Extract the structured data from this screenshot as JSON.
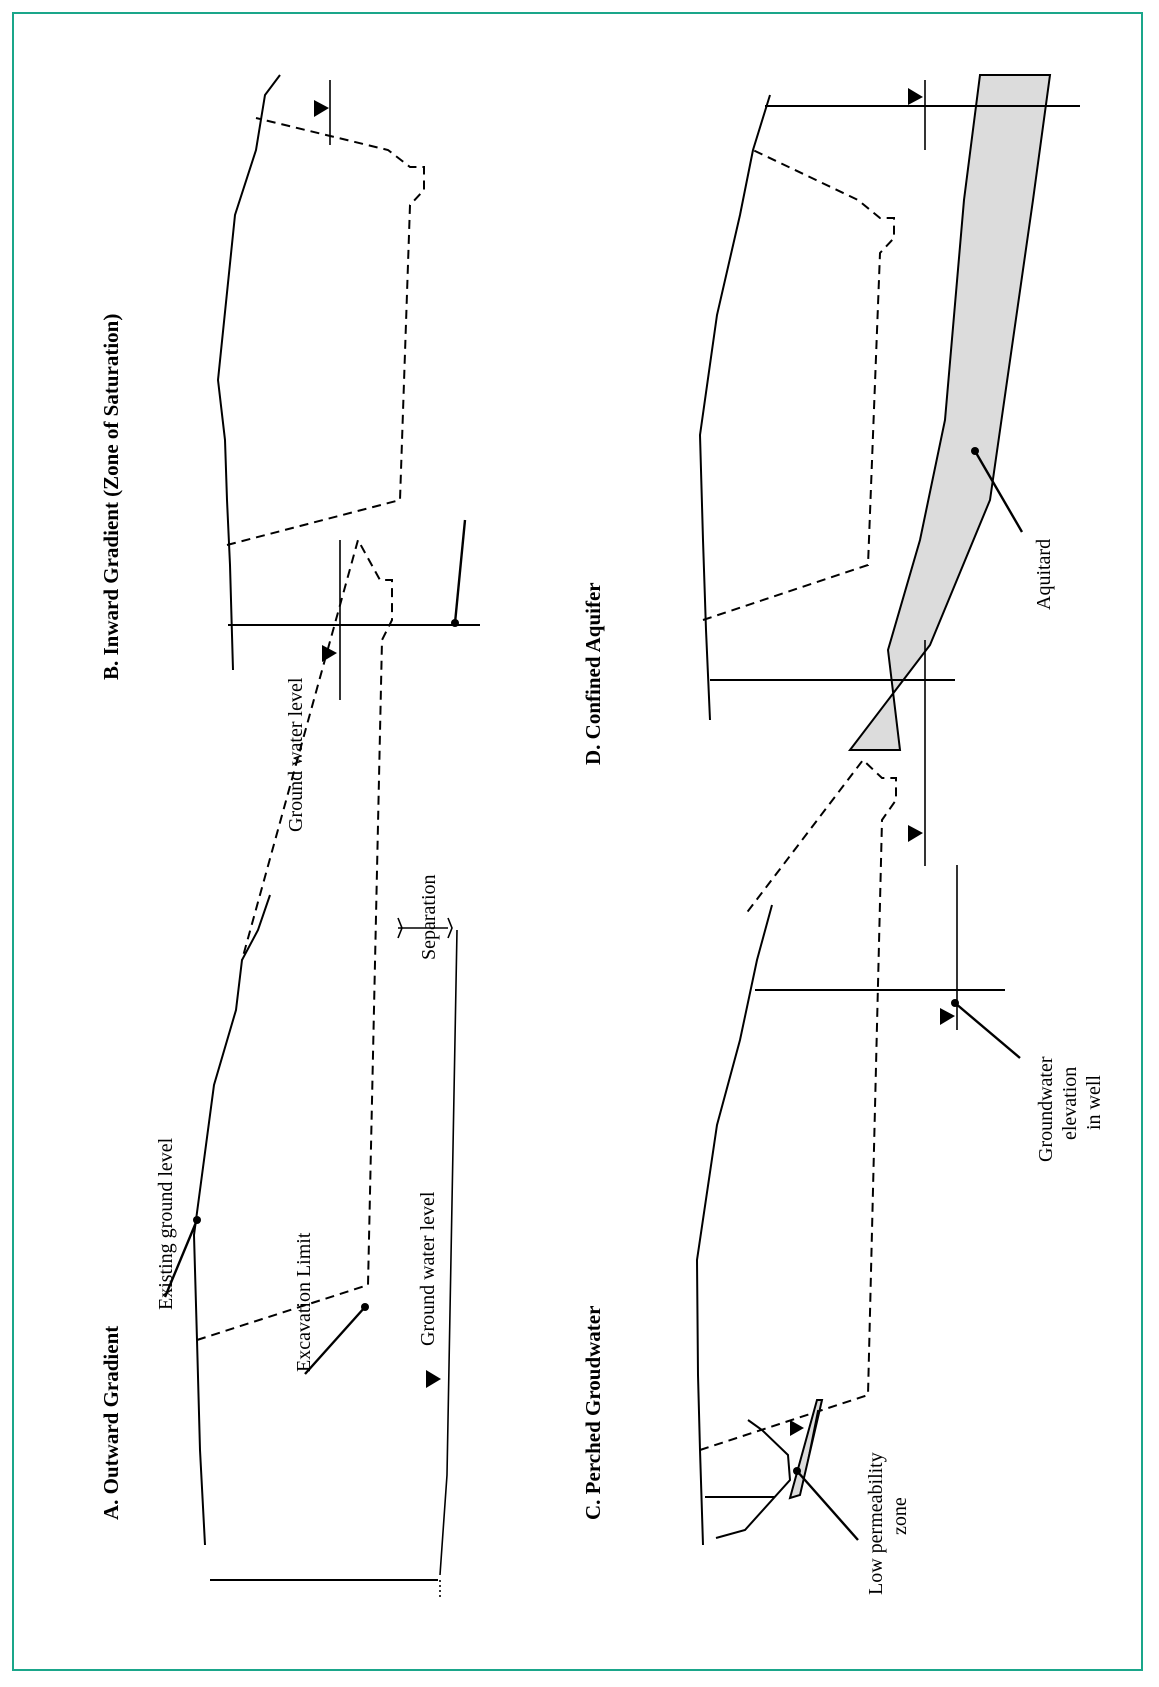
{
  "colors": {
    "frame_border": "#1aa68a",
    "aquitard_fill": "#dcdcdc",
    "line": "#000000"
  },
  "panels": {
    "a": {
      "title": "A. Outward Gradient"
    },
    "b": {
      "title": "B. Inward Gradient (Zone of Saturation)"
    },
    "c": {
      "title": "C.  Perched Groudwater"
    },
    "d": {
      "title": "D.  Confined Aquifer"
    }
  },
  "labels": {
    "existing_ground_level": "Existing ground level",
    "excavation_limit": "Excavation Limit",
    "ground_water_level_a": "Ground water level",
    "separation": "Separation",
    "ground_water_level_b": "Ground water level",
    "low_permeability_line1": "Low permeability",
    "low_permeability_line2": "zone",
    "groundwater_elevation_line1": "Groundwater",
    "groundwater_elevation_line2": "elevation",
    "groundwater_elevation_line3": "in well",
    "aquitard": "Aquitard"
  }
}
